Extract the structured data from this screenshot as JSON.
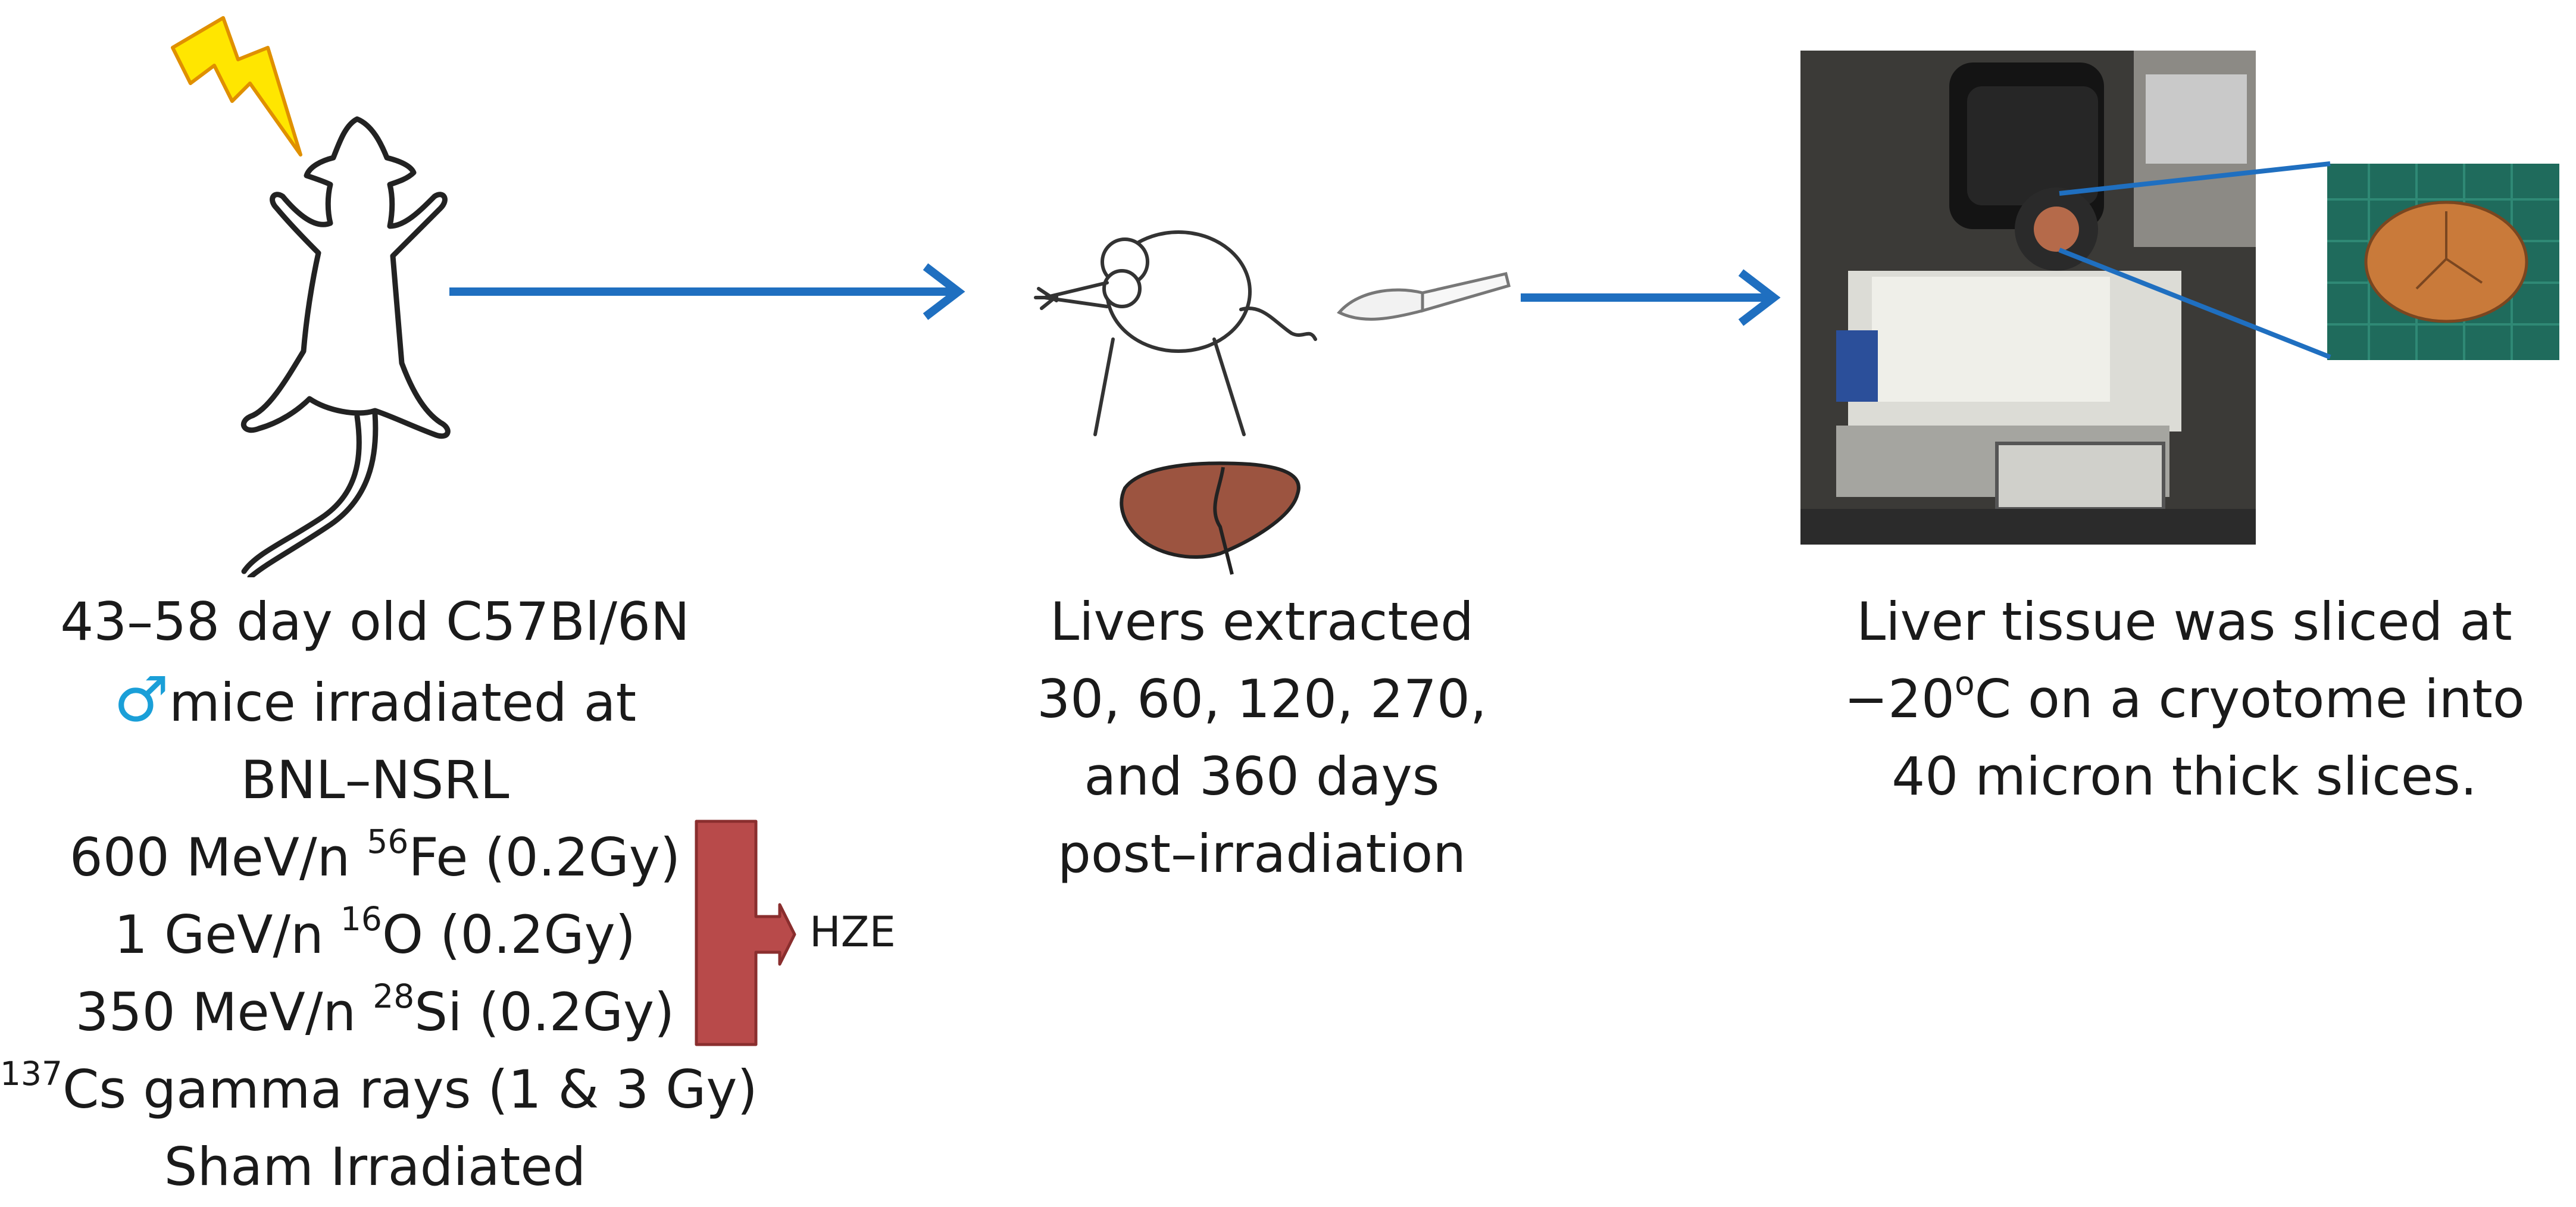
{
  "panel1": {
    "lines": [
      {
        "text": "43–58 day old C57Bl/6N"
      },
      {
        "symbol": "♂",
        "text": "mice irradiated at"
      },
      {
        "text": "BNL–NSRL"
      },
      {
        "pre": "600 MeV/n ",
        "sup": "56",
        "post": "Fe (0.2Gy)"
      },
      {
        "pre": "1 GeV/n ",
        "sup": "16",
        "post": "O (0.2Gy)"
      },
      {
        "pre": "350 MeV/n ",
        "sup": "28",
        "post": "Si (0.2Gy)"
      },
      {
        "pre": "",
        "sup": "137",
        "post": "Cs gamma rays (1 & 3 Gy)"
      },
      {
        "text": "Sham Irradiated"
      }
    ],
    "bracket_label": "HZE"
  },
  "panel2": {
    "lines": [
      "Livers extracted",
      "30, 60, 120, 270,",
      "and 360 days",
      "post–irradiation"
    ]
  },
  "panel3": {
    "lines": [
      {
        "text": "Liver tissue was sliced at"
      },
      {
        "pre": "−20",
        "sup": "o",
        "post": "C on a cryotome into"
      },
      {
        "text": "40 micron thick slices."
      }
    ]
  },
  "colors": {
    "arrow": "#1f6fc0",
    "male_symbol": "#1a9fd8",
    "bracket": "#b84a4a",
    "liver": "#9c5440",
    "lightning": "#ffe600"
  },
  "icons": [
    "lightning-icon",
    "mouse-icon",
    "mouse-side-icon",
    "scalpel-icon",
    "liver-icon",
    "cryotome-photo",
    "tissue-slice-photo"
  ]
}
